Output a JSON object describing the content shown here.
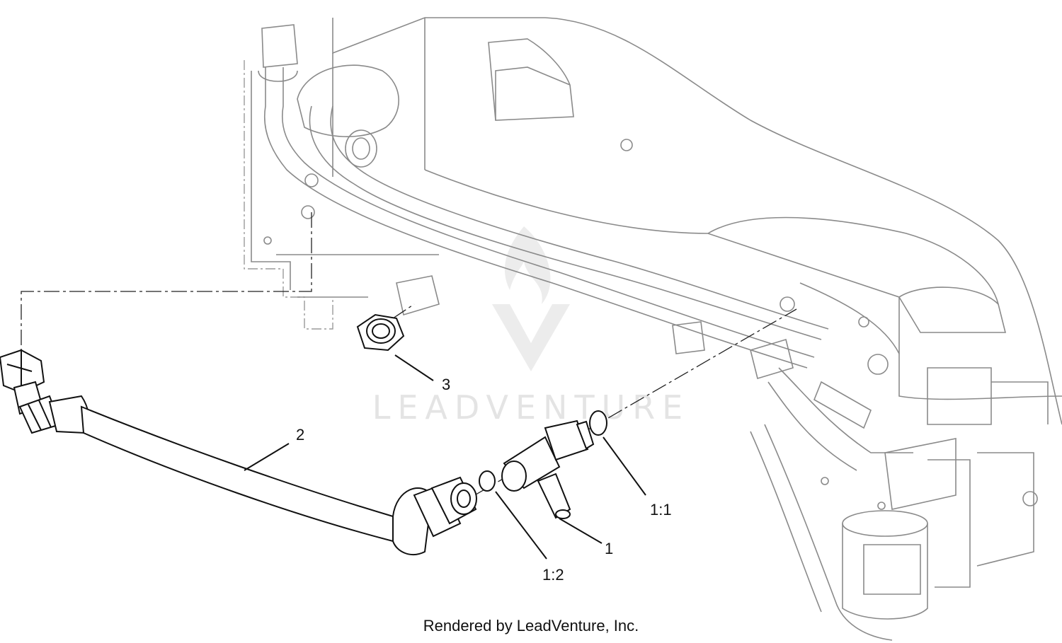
{
  "callouts": {
    "item_1": "1",
    "item_1_1": "1:1",
    "item_1_2": "1:2",
    "item_2": "2",
    "item_3": "3"
  },
  "watermark": {
    "text": "LEADVENTURE"
  },
  "footer": {
    "credit": "Rendered by LeadVenture, Inc."
  },
  "colors": {
    "part_line": "#111111",
    "background_assembly": "#8a8a8a",
    "watermark": "#e4e4e4"
  }
}
